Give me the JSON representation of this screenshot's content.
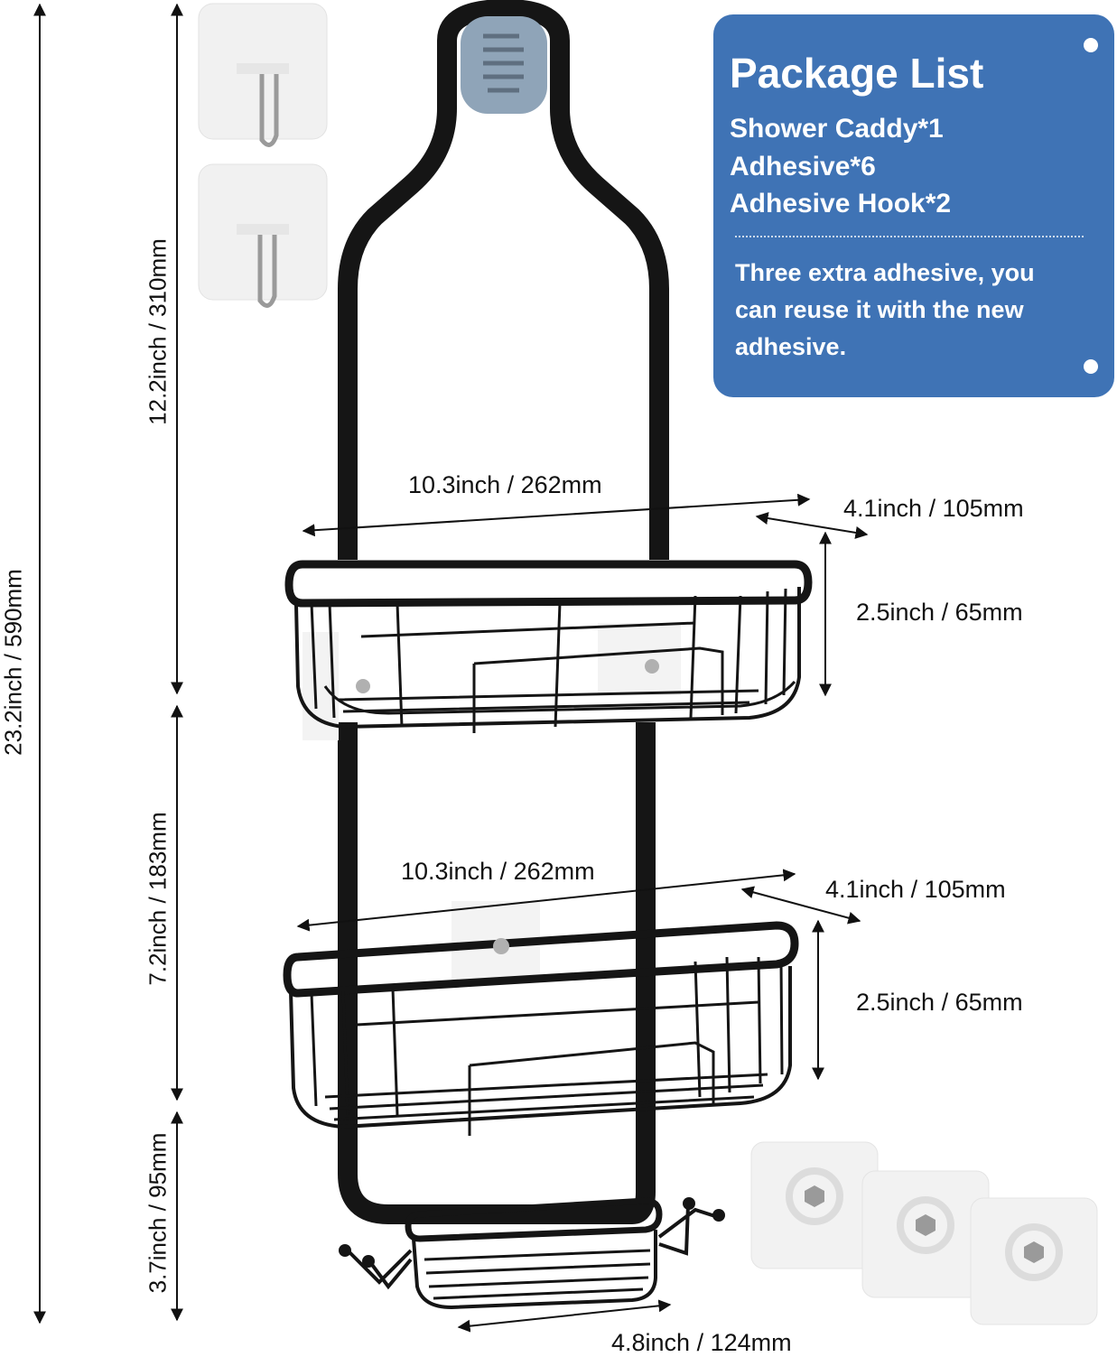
{
  "package_list": {
    "title": "Package List",
    "items": [
      "Shower Caddy*1",
      "Adhesive*6",
      "Adhesive Hook*2"
    ],
    "note": "Three extra adhesive, you can reuse it with the new adhesive."
  },
  "dimensions": {
    "total_height": "23.2inch / 590mm",
    "top_height": "12.2inch / 310mm",
    "middle_height": "7.2inch / 183mm",
    "bottom_height": "3.7inch / 95mm",
    "upper_basket_width": "10.3inch / 262mm",
    "upper_basket_depth": "4.1inch / 105mm",
    "upper_basket_height": "2.5inch / 65mm",
    "lower_basket_width": "10.3inch / 262mm",
    "lower_basket_depth": "4.1inch / 105mm",
    "lower_basket_height": "2.5inch / 65mm",
    "soap_dish_width": "4.8inch / 124mm"
  },
  "colors": {
    "card": "#3f73b5",
    "frame": "#111111",
    "hanger_grip": "#8fa4b8",
    "adhesive_pad": "#f2f2f2"
  }
}
